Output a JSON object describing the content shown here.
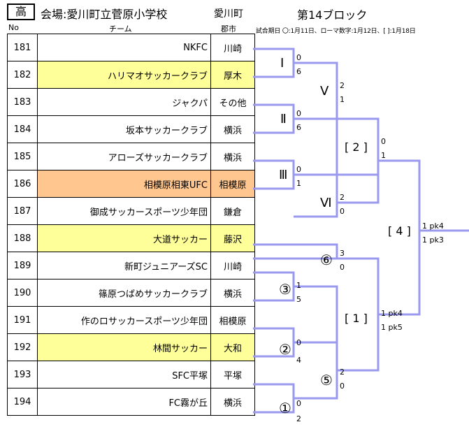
{
  "header": {
    "badge": "高",
    "title": "会場:愛川町立菅原小学校",
    "venue_town": "愛川町",
    "block": "第14ブロック",
    "col_no": "No",
    "col_team": "チーム",
    "col_city": "郡市",
    "note": "試合期日 〇:1月11日、ローマ数字:1月12日、[ ]:1月18日"
  },
  "colors": {
    "line": "#9999ee",
    "yellow": "#ffff99",
    "orange": "#ffc78f"
  },
  "teams": [
    {
      "no": "181",
      "name": "NKFC",
      "city": "川崎",
      "hl": ""
    },
    {
      "no": "182",
      "name": "ハリマオサッカークラブ",
      "city": "厚木",
      "hl": "yellow"
    },
    {
      "no": "183",
      "name": "ジャクパ",
      "city": "その他",
      "hl": ""
    },
    {
      "no": "184",
      "name": "坂本サッカークラブ",
      "city": "横浜",
      "hl": ""
    },
    {
      "no": "185",
      "name": "アローズサッカークラブ",
      "city": "横浜",
      "hl": ""
    },
    {
      "no": "186",
      "name": "相模原相東UFC",
      "city": "相模原",
      "hl": "orange"
    },
    {
      "no": "187",
      "name": "御成サッカースポーツ少年団",
      "city": "鎌倉",
      "hl": ""
    },
    {
      "no": "188",
      "name": "大道サッカー",
      "city": "藤沢",
      "hl": "yellow"
    },
    {
      "no": "189",
      "name": "新町ジュニアーズSC",
      "city": "川崎",
      "hl": ""
    },
    {
      "no": "190",
      "name": "篠原つばめサッカークラブ",
      "city": "横浜",
      "hl": ""
    },
    {
      "no": "191",
      "name": "作のロサッカースポーツ少年団",
      "city": "相模原",
      "hl": ""
    },
    {
      "no": "192",
      "name": "林間サッカー",
      "city": "大和",
      "hl": "yellow"
    },
    {
      "no": "193",
      "name": "SFC平塚",
      "city": "平塚",
      "hl": ""
    },
    {
      "no": "194",
      "name": "FC霧が丘",
      "city": "横浜",
      "hl": ""
    }
  ],
  "bracket": {
    "matches": [
      {
        "label": "Ⅰ",
        "top": "0",
        "bottom": "6"
      },
      {
        "label": "Ⅱ",
        "top": "0",
        "bottom": "6"
      },
      {
        "label": "Ⅲ",
        "top": "0",
        "bottom": "1"
      },
      {
        "label": "Ⅴ",
        "top": "2",
        "bottom": "1"
      },
      {
        "label": "Ⅵ",
        "top": "2",
        "bottom": "0"
      },
      {
        "label": "[ 2 ]",
        "top": "0",
        "bottom": "1"
      },
      {
        "label": "⑥",
        "top": "3",
        "bottom": "0"
      },
      {
        "label": "③",
        "top": "1",
        "bottom": "5"
      },
      {
        "label": "②",
        "top": "0",
        "bottom": "4"
      },
      {
        "label": "①",
        "top": "0",
        "bottom": "2"
      },
      {
        "label": "⑤",
        "top": "2",
        "bottom": "0"
      },
      {
        "label": "[ 1 ]",
        "top": "1 pk4",
        "bottom": "1 pk5"
      },
      {
        "label": "[ 4 ]",
        "top": "1 pk4",
        "bottom": "1 pk3"
      }
    ]
  }
}
